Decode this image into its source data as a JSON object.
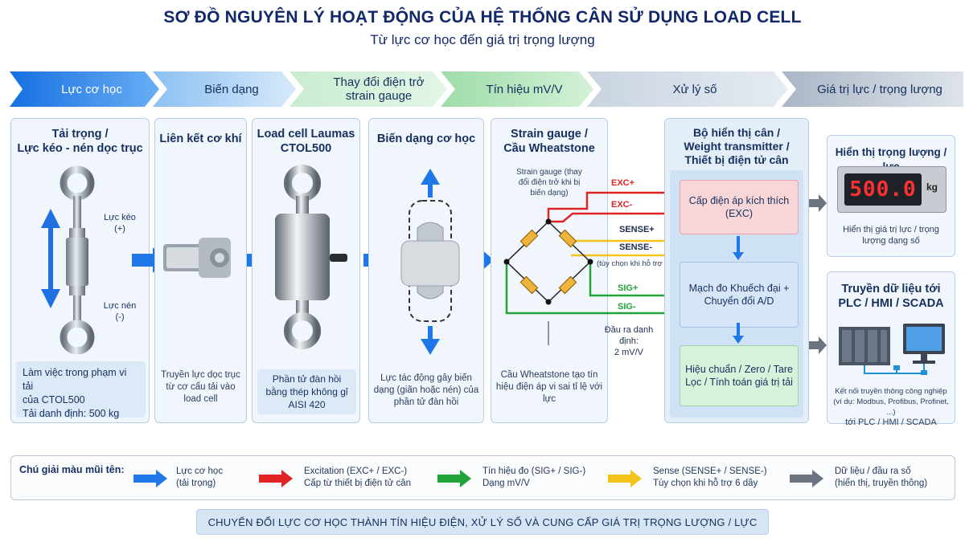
{
  "header": {
    "title": "SƠ ĐỒ NGUYÊN LÝ HOẠT ĐỘNG CỦA HỆ THỐNG CÂN SỬ DỤNG LOAD CELL",
    "subtitle": "Từ lực cơ học đến giá trị trọng lượng"
  },
  "stages": [
    {
      "label": "Lực cơ học",
      "color": "#1e78e8"
    },
    {
      "label": "Biến dạng",
      "color": "#c6def7"
    },
    {
      "label": "Thay đổi điện trở strain gauge",
      "color": "#d4f0d8"
    },
    {
      "label": "Tín hiệu mV/V",
      "color": "#c5edc9"
    },
    {
      "label": "Xử lý số",
      "color": "#d9e2ec"
    },
    {
      "label": "Giá trị lực / trọng lượng",
      "color": "#d5dbe3"
    }
  ],
  "panels": {
    "force": {
      "title_1": "Tải trọng /",
      "title_2": "Lực kéo - nén dọc trục",
      "pull_label": "Lực kéo",
      "pull_sign": "(+)",
      "push_label": "Lực nén",
      "push_sign": "(-)",
      "note_1": "Làm việc trong phạm vi tải",
      "note_2": "của CTOL500",
      "note_3": "Tải danh định: 500 kg"
    },
    "link": {
      "title": "Liên kết cơ khí",
      "note": "Truyền lực dọc trục từ cơ cấu tải vào load cell"
    },
    "loadcell": {
      "title_1": "Load cell Laumas",
      "title_2": "CTOL500",
      "note": "Phần tử đàn hồi bằng thép không gỉ AISI 420"
    },
    "deform": {
      "title": "Biến dạng cơ học",
      "note": "Lực tác động gây biến dạng (giãn hoặc nén) của phần tử đàn hồi"
    },
    "bridge": {
      "title_1": "Strain gauge /",
      "title_2": "Cầu Wheatstone",
      "gauge_note": "Strain gauge (thay đổi điện trở khi bị biến dạng)",
      "note": "Cầu Wheatstone tạo tín hiệu điện áp vi sai tỉ lệ với lực"
    },
    "wires": {
      "exc_plus": "EXC+",
      "exc_minus": "EXC-",
      "sense_plus": "SENSE+",
      "sense_minus": "SENSE-",
      "sense_note": "(tùy chọn khi hỗ trợ 6 dây)",
      "sig_plus": "SIG+",
      "sig_minus": "SIG-",
      "output_1": "Đầu ra danh định:",
      "output_2": "2 mV/V"
    },
    "processor": {
      "title_1": "Bộ hiển thị cân /",
      "title_2": "Weight transmitter /",
      "title_3": "Thiết bị điện tử cân",
      "box_exc": "Cấp điện áp kích thích (EXC)",
      "box_amp": "Mạch đo Khuếch đại + Chuyển đổi A/D",
      "box_cal": "Hiệu chuẩn / Zero / Tare Lọc / Tính toán giá trị tải"
    },
    "display": {
      "title": "Hiển thị trọng lượng / lực",
      "reading": "500.0",
      "unit": "kg",
      "note": "Hiển thị giá trị lực / trọng lượng dạng số"
    },
    "comm": {
      "title_1": "Truyền dữ liệu tới",
      "title_2": "PLC / HMI / SCADA",
      "note_1": "Kết nối truyền thông công nghiệp",
      "note_2": "(ví dụ: Modbus, Profibus, Profinet, ...)",
      "note_3": "tới PLC / HMI / SCADA"
    }
  },
  "legend": {
    "heading": "Chú giải màu mũi tên:",
    "items": [
      {
        "line1": "Lực cơ học",
        "line2": "(tải trọng)",
        "color": "#1e78e8"
      },
      {
        "line1": "Excitation (EXC+ / EXC-)",
        "line2": "Cấp từ thiết bị điện tử cân",
        "color": "#e02424"
      },
      {
        "line1": "Tín hiệu đo (SIG+ / SIG-)",
        "line2": "Dạng mV/V",
        "color": "#22a33a"
      },
      {
        "line1": "Sense (SENSE+ / SENSE-)",
        "line2": "Tùy chọn khi hỗ trợ 6 dây",
        "color": "#f3c21b"
      },
      {
        "line1": "Dữ liệu / đầu ra số",
        "line2": "(hiển thị, truyền thông)",
        "color": "#6b7280"
      }
    ]
  },
  "footer": "CHUYỂN ĐỔI LỰC CƠ HỌC THÀNH TÍN HIỆU ĐIỆN, XỬ LÝ SỐ VÀ CUNG CẤP GIÁ TRỊ TRỌNG LƯỢNG / LỰC"
}
